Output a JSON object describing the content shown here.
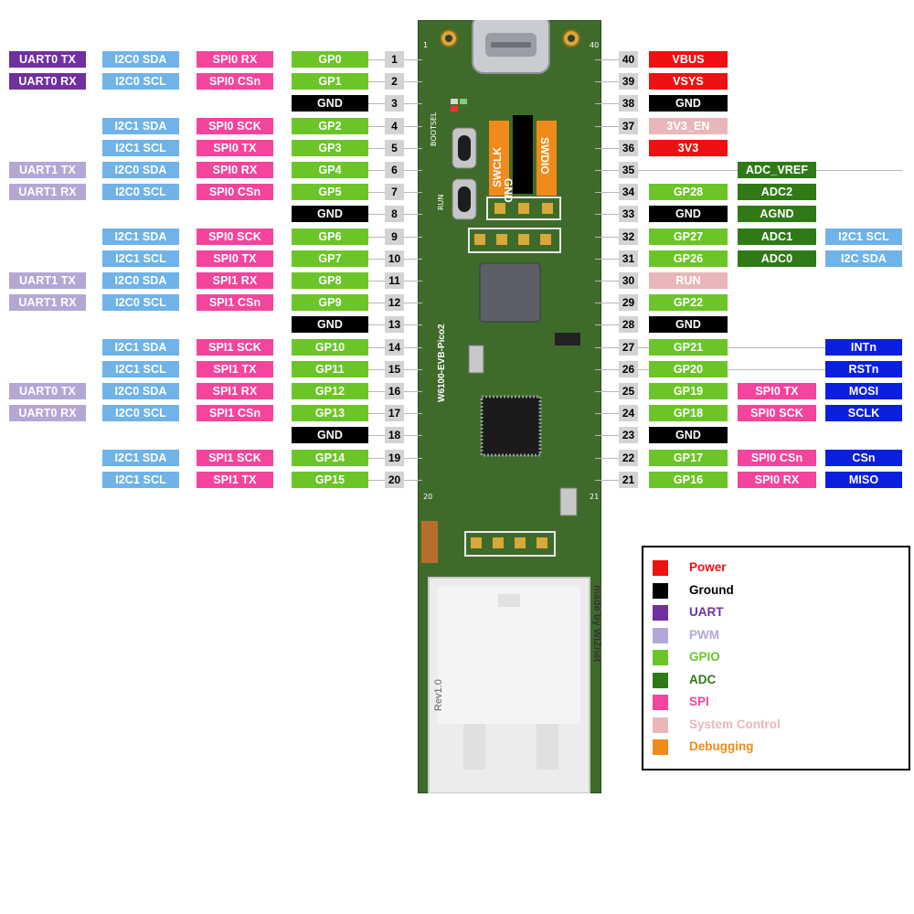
{
  "colors": {
    "uart": "#7030a0",
    "pwm": "#b4a7d6",
    "i2c": "#6fb3e8",
    "spi": "#f4449c",
    "gpio": "#6cc528",
    "gnd": "#000000",
    "power": "#ee1111",
    "sysc": "#e9b7b9",
    "adc": "#2f7a17",
    "net": "#0a1fe0",
    "debug": "#f08a1b"
  },
  "board": {
    "silk_model": "W6100-EVB-Pico2",
    "silk_maker": "made by WIZnet",
    "silk_rev": "Rev1.0",
    "corner_1": "1",
    "corner_40": "40",
    "corner_20": "20",
    "corner_21": "21",
    "bootsel": "BOOTSEL",
    "run": "RUN",
    "swclk": "SWCLK",
    "gnd": "GND",
    "swdio": "SWDIO"
  },
  "left_pins": [
    {
      "num": "1",
      "gp": "GP0",
      "gp_type": "gpio",
      "spi": "SPI0 RX",
      "i2c": "I2C0 SDA",
      "uart": "UART0 TX",
      "uart_type": "uart"
    },
    {
      "num": "2",
      "gp": "GP1",
      "gp_type": "gpio",
      "spi": "SPI0 CSn",
      "i2c": "I2C0 SCL",
      "uart": "UART0 RX",
      "uart_type": "uart"
    },
    {
      "num": "3",
      "gp": "GND",
      "gp_type": "gnd"
    },
    {
      "num": "4",
      "gp": "GP2",
      "gp_type": "gpio",
      "spi": "SPI0 SCK",
      "i2c": "I2C1 SDA"
    },
    {
      "num": "5",
      "gp": "GP3",
      "gp_type": "gpio",
      "spi": "SPI0 TX",
      "i2c": "I2C1 SCL"
    },
    {
      "num": "6",
      "gp": "GP4",
      "gp_type": "gpio",
      "spi": "SPI0 RX",
      "i2c": "I2C0 SDA",
      "uart": "UART1 TX",
      "uart_type": "pwm"
    },
    {
      "num": "7",
      "gp": "GP5",
      "gp_type": "gpio",
      "spi": "SPI0 CSn",
      "i2c": "I2C0 SCL",
      "uart": "UART1 RX",
      "uart_type": "pwm"
    },
    {
      "num": "8",
      "gp": "GND",
      "gp_type": "gnd"
    },
    {
      "num": "9",
      "gp": "GP6",
      "gp_type": "gpio",
      "spi": "SPI0 SCK",
      "i2c": "I2C1 SDA"
    },
    {
      "num": "10",
      "gp": "GP7",
      "gp_type": "gpio",
      "spi": "SPI0 TX",
      "i2c": "I2C1 SCL"
    },
    {
      "num": "11",
      "gp": "GP8",
      "gp_type": "gpio",
      "spi": "SPI1 RX",
      "i2c": "I2C0 SDA",
      "uart": "UART1 TX",
      "uart_type": "pwm"
    },
    {
      "num": "12",
      "gp": "GP9",
      "gp_type": "gpio",
      "spi": "SPI1 CSn",
      "i2c": "I2C0 SCL",
      "uart": "UART1 RX",
      "uart_type": "pwm"
    },
    {
      "num": "13",
      "gp": "GND",
      "gp_type": "gnd"
    },
    {
      "num": "14",
      "gp": "GP10",
      "gp_type": "gpio",
      "spi": "SPI1 SCK",
      "i2c": "I2C1 SDA"
    },
    {
      "num": "15",
      "gp": "GP11",
      "gp_type": "gpio",
      "spi": "SPI1 TX",
      "i2c": "I2C1 SCL"
    },
    {
      "num": "16",
      "gp": "GP12",
      "gp_type": "gpio",
      "spi": "SPI1 RX",
      "i2c": "I2C0 SDA",
      "uart": "UART0 TX",
      "uart_type": "pwm"
    },
    {
      "num": "17",
      "gp": "GP13",
      "gp_type": "gpio",
      "spi": "SPI1 CSn",
      "i2c": "I2C0 SCL",
      "uart": "UART0 RX",
      "uart_type": "pwm"
    },
    {
      "num": "18",
      "gp": "GND",
      "gp_type": "gnd"
    },
    {
      "num": "19",
      "gp": "GP14",
      "gp_type": "gpio",
      "spi": "SPI1 SCK",
      "i2c": "I2C1 SDA"
    },
    {
      "num": "20",
      "gp": "GP15",
      "gp_type": "gpio",
      "spi": "SPI1 TX",
      "i2c": "I2C1 SCL"
    }
  ],
  "right_pins": [
    {
      "num": "40",
      "main": "VBUS",
      "main_type": "power"
    },
    {
      "num": "39",
      "main": "VSYS",
      "main_type": "power"
    },
    {
      "num": "38",
      "main": "GND",
      "main_type": "gnd"
    },
    {
      "num": "37",
      "main": "3V3_EN",
      "main_type": "sysc"
    },
    {
      "num": "36",
      "main": "3V3",
      "main_type": "power"
    },
    {
      "num": "35",
      "c2": "ADC_VREF",
      "c2_type": "adc",
      "line": true
    },
    {
      "num": "34",
      "main": "GP28",
      "main_type": "gpio",
      "c2": "ADC2",
      "c2_type": "adc"
    },
    {
      "num": "33",
      "main": "GND",
      "main_type": "gnd",
      "c2": "AGND",
      "c2_type": "adc"
    },
    {
      "num": "32",
      "main": "GP27",
      "main_type": "gpio",
      "c2": "ADC1",
      "c2_type": "adc",
      "c3": "I2C1 SCL",
      "c3_type": "i2c"
    },
    {
      "num": "31",
      "main": "GP26",
      "main_type": "gpio",
      "c2": "ADC0",
      "c2_type": "adc",
      "c3": "I2C SDA",
      "c3_type": "i2c"
    },
    {
      "num": "30",
      "main": "RUN",
      "main_type": "sysc"
    },
    {
      "num": "29",
      "main": "GP22",
      "main_type": "gpio"
    },
    {
      "num": "28",
      "main": "GND",
      "main_type": "gnd"
    },
    {
      "num": "27",
      "main": "GP21",
      "main_type": "gpio",
      "c3": "INTn",
      "c3_type": "net",
      "line": true
    },
    {
      "num": "26",
      "main": "GP20",
      "main_type": "gpio",
      "c3": "RSTn",
      "c3_type": "net",
      "line": true
    },
    {
      "num": "25",
      "main": "GP19",
      "main_type": "gpio",
      "c2": "SPI0 TX",
      "c2_type": "spi",
      "c3": "MOSI",
      "c3_type": "net"
    },
    {
      "num": "24",
      "main": "GP18",
      "main_type": "gpio",
      "c2": "SPI0 SCK",
      "c2_type": "spi",
      "c3": "SCLK",
      "c3_type": "net"
    },
    {
      "num": "23",
      "main": "GND",
      "main_type": "gnd"
    },
    {
      "num": "22",
      "main": "GP17",
      "main_type": "gpio",
      "c2": "SPI0 CSn",
      "c2_type": "spi",
      "c3": "CSn",
      "c3_type": "net"
    },
    {
      "num": "21",
      "main": "GP16",
      "main_type": "gpio",
      "c2": "SPI0 RX",
      "c2_type": "spi",
      "c3": "MISO",
      "c3_type": "net"
    }
  ],
  "legend": [
    {
      "label": "Power",
      "color": "#ee1111",
      "text_color": "#ee1111"
    },
    {
      "label": "Ground",
      "color": "#000000",
      "text_color": "#000000"
    },
    {
      "label": "UART",
      "color": "#7030a0",
      "text_color": "#7030a0"
    },
    {
      "label": "PWM",
      "color": "#b4a7d6",
      "text_color": "#b4a7d6"
    },
    {
      "label": "GPIO",
      "color": "#6cc528",
      "text_color": "#6cc528"
    },
    {
      "label": "ADC",
      "color": "#2f7a17",
      "text_color": "#2f7a17"
    },
    {
      "label": "SPI",
      "color": "#f4449c",
      "text_color": "#f4449c"
    },
    {
      "label": "System Control",
      "color": "#e9b7b9",
      "text_color": "#e9b7b9"
    },
    {
      "label": "Debugging",
      "color": "#f08a1b",
      "text_color": "#f08a1b"
    }
  ]
}
